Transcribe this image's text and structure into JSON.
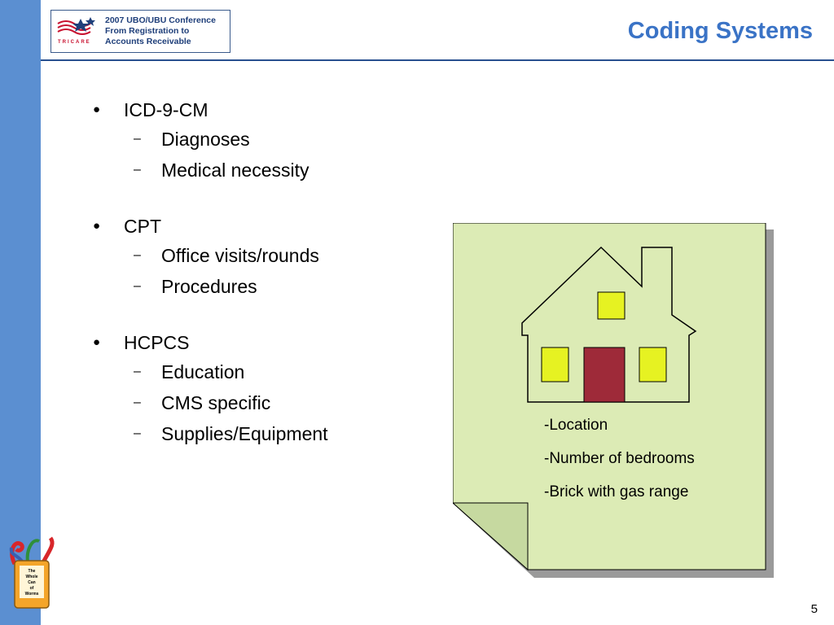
{
  "header": {
    "logo_lines": [
      "2007 UBO/UBU Conference",
      "From Registration to",
      "Accounts Receivable"
    ],
    "logo_word": "TRICARE"
  },
  "title": "Coding Systems",
  "bullets": [
    {
      "label": "ICD-9-CM",
      "subs": [
        "Diagnoses",
        "Medical necessity"
      ]
    },
    {
      "label": "CPT",
      "subs": [
        "Office visits/rounds",
        "Procedures"
      ]
    },
    {
      "label": "HCPCS",
      "subs": [
        "Education",
        "CMS specific",
        "Supplies/Equipment"
      ]
    }
  ],
  "note": {
    "lines": [
      "-Location",
      "-Number of bedrooms",
      "-Brick with gas range"
    ]
  },
  "corner_logo_text": [
    "The",
    "Whole",
    "Can",
    "of",
    "Worms"
  ],
  "page_number": "5",
  "colors": {
    "side_bar": "#5b8fd1",
    "title": "#3a73c6",
    "note_fill": "#dcebb5",
    "window_fill": "#e6f222",
    "door_fill": "#9e2a39"
  }
}
